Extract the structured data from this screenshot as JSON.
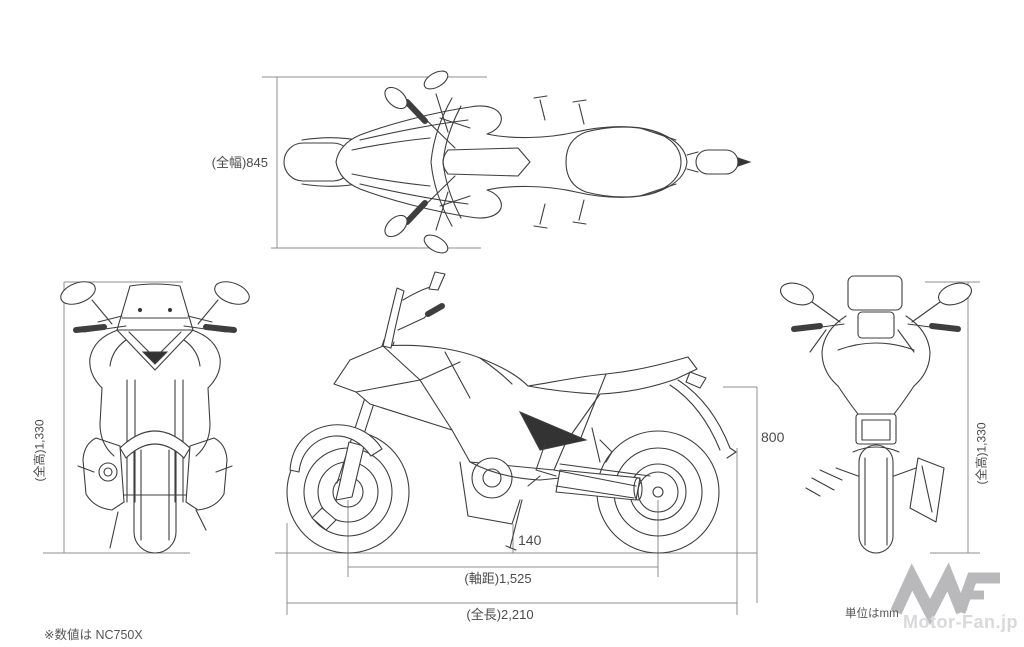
{
  "colors": {
    "background": "#ffffff",
    "line_art": "#3e3e3e",
    "dimension_line": "#8f8f8f",
    "label_text": "#4b4b4b",
    "watermark_logo": "#b9b9bc",
    "watermark_text": "#d9d9dc"
  },
  "dimensions": {
    "overall_width": "(全幅)845",
    "overall_height_front": "(全高)1,330",
    "overall_height_rear": "(全高)1,330",
    "seat_height": "800",
    "ground_clearance": "140",
    "wheelbase": "(軸距)1,525",
    "overall_length": "(全長)2,210"
  },
  "notes": {
    "model_note": "※数値は NC750X",
    "unit_note": "単位はmm"
  },
  "watermark": {
    "logo": "MF",
    "site": "Motor-Fan.jp"
  }
}
